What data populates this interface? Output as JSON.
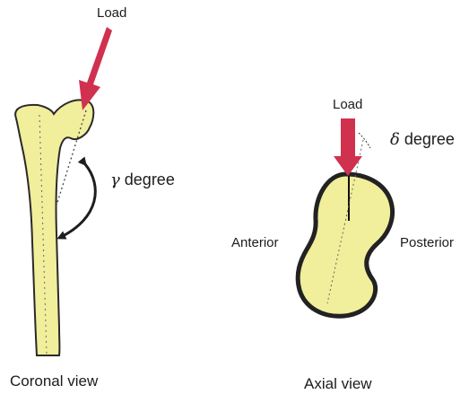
{
  "coronal": {
    "load_label": "Load",
    "angle_symbol": "γ",
    "angle_word": "degree",
    "view_label": "Coronal view"
  },
  "axial": {
    "load_label": "Load",
    "angle_symbol": "δ",
    "angle_word": "degree",
    "anterior_label": "Anterior",
    "posterior_label": "Posterior",
    "view_label": "Axial view"
  },
  "colors": {
    "bone_fill": "#f1ee9c",
    "bone_outline": "#2a2a2a",
    "load_arrow": "#d0314f",
    "angle_arrow": "#1e1e1e"
  }
}
